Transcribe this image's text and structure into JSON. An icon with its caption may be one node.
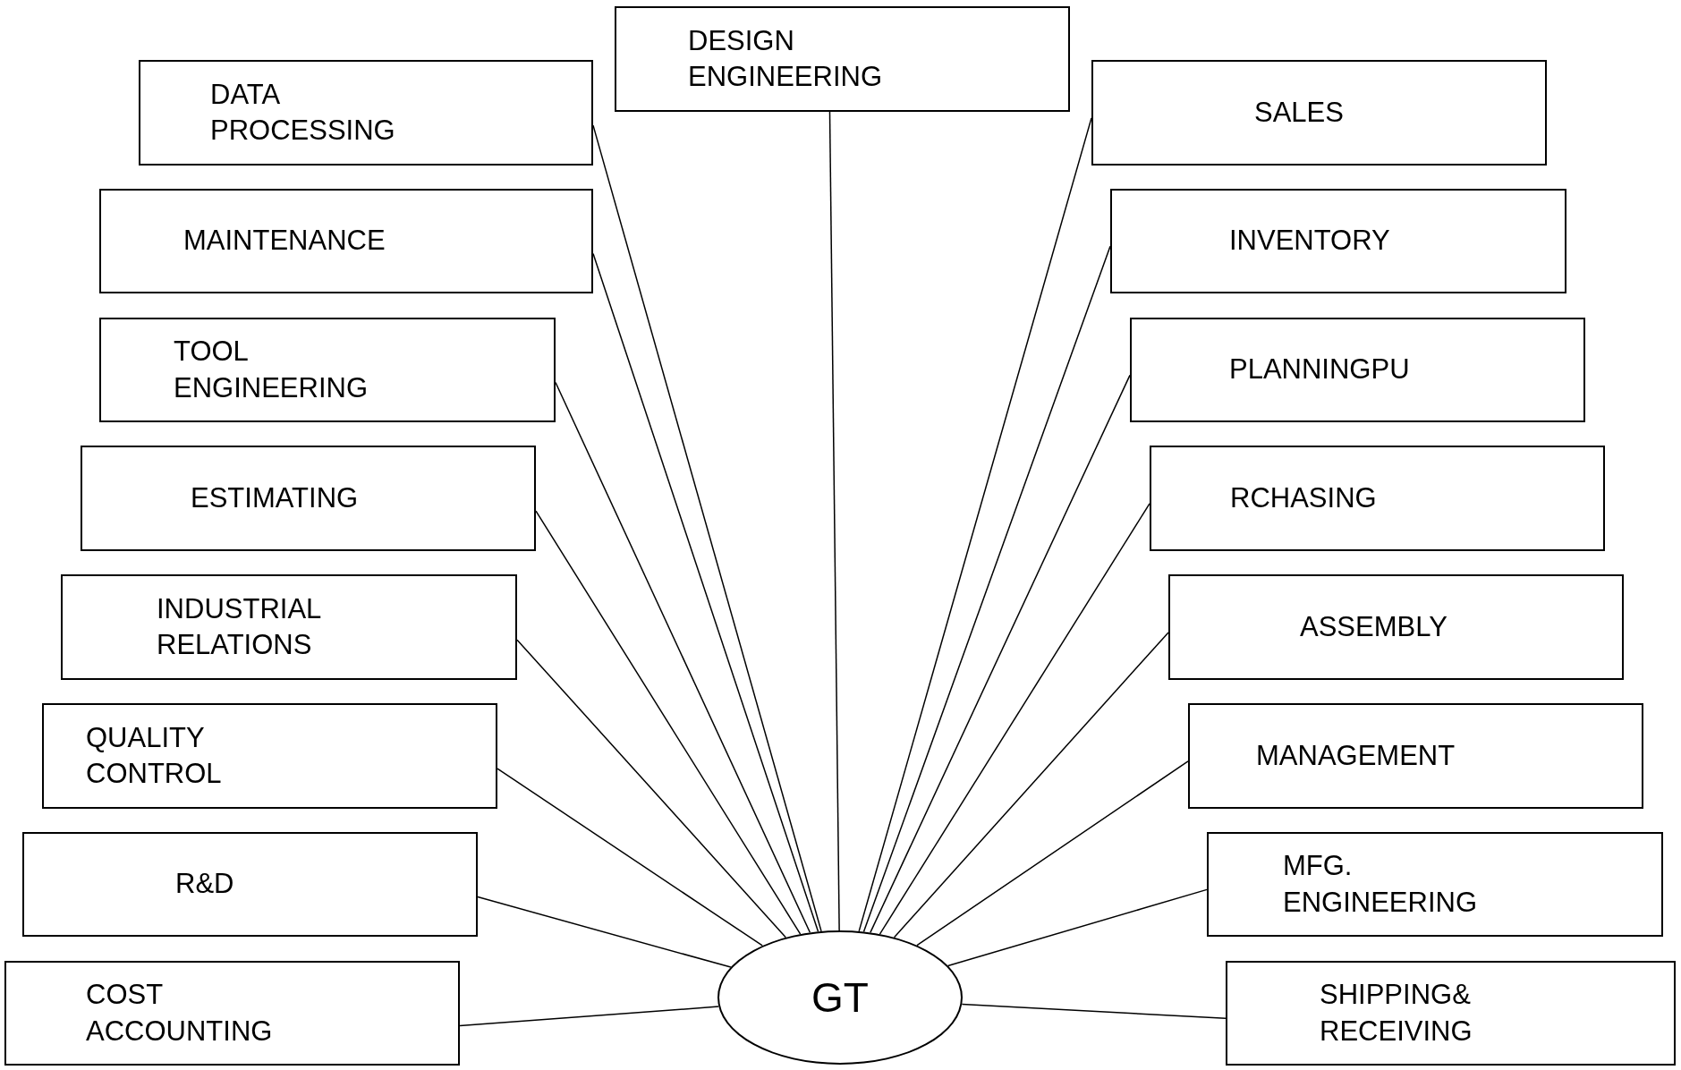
{
  "diagram": {
    "nodes": [
      {
        "text": [
          "DESIGN ENGINEERING"
        ]
      },
      {
        "text": [
          "DATA PROCESSING"
        ]
      },
      {
        "text": [
          "SALES"
        ]
      },
      {
        "text": [
          "MAINTENANCE"
        ]
      },
      {
        "text": [
          "INVENTORY"
        ]
      },
      {
        "text": [
          "TOOL ENGINEERING"
        ]
      },
      {
        "text": [
          "PLANNINGPU"
        ]
      },
      {
        "text": [
          "ESTIMATING"
        ]
      },
      {
        "text": [
          "RCHASING"
        ]
      },
      {
        "text": [
          "INDUSTRIAL RELATIONS"
        ]
      },
      {
        "text": [
          "ASSEMBLY"
        ]
      },
      {
        "text": [
          "QUALITY CONTROL"
        ]
      },
      {
        "text": [
          "MANAGEMENT"
        ]
      },
      {
        "text": [
          "R&D"
        ]
      },
      {
        "text": [
          "MFG. ENGINEERING"
        ]
      },
      {
        "text": [
          "COST ACCOUNTING"
        ]
      },
      {
        "text": [
          "SHIPPING& RECEIVING"
        ]
      },
      {
        "text": [
          "GT"
        ]
      }
    ],
    "edges": [
      {
        "from": 17,
        "to": 0,
        "arrow": "none"
      },
      {
        "from": 17,
        "to": 1,
        "arrow": "none"
      },
      {
        "from": 17,
        "to": 2,
        "arrow": "none"
      },
      {
        "from": 17,
        "to": 3,
        "arrow": "none"
      },
      {
        "from": 17,
        "to": 4,
        "arrow": "none"
      },
      {
        "from": 17,
        "to": 5,
        "arrow": "none"
      },
      {
        "from": 17,
        "to": 6,
        "arrow": "none"
      },
      {
        "from": 17,
        "to": 7,
        "arrow": "none"
      },
      {
        "from": 17,
        "to": 8,
        "arrow": "none"
      },
      {
        "from": 17,
        "to": 9,
        "arrow": "none"
      },
      {
        "from": 17,
        "to": 10,
        "arrow": "none"
      },
      {
        "from": 17,
        "to": 11,
        "arrow": "none"
      },
      {
        "from": 17,
        "to": 12,
        "arrow": "none"
      },
      {
        "from": 17,
        "to": 13,
        "arrow": "none"
      },
      {
        "from": 17,
        "to": 14,
        "arrow": "none"
      },
      {
        "from": 17,
        "to": 15,
        "arrow": "none"
      },
      {
        "from": 17,
        "to": 16,
        "arrow": "none"
      }
    ]
  }
}
